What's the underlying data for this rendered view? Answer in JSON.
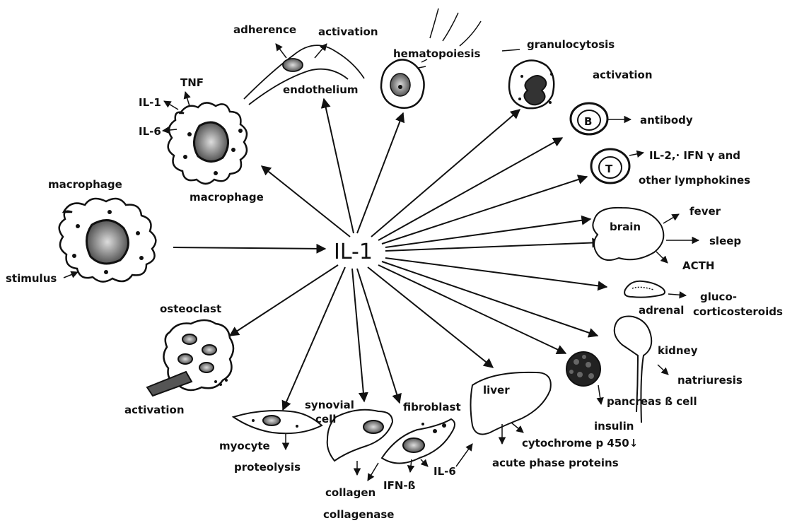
{
  "center": {
    "label": "IL-1"
  },
  "labels": {
    "adherence": "adherence",
    "activation_endo": "activation",
    "endothelium": "endothelium",
    "hematopoiesis": "hematopoiesis",
    "granulocytosis": "granulocytosis",
    "activation_gran": "activation",
    "tnf": "TNF",
    "il1": "IL-1",
    "il6_macro": "IL-6",
    "macrophage_top": "macrophage",
    "macrophage_left": "macrophage",
    "stimulus": "stimulus",
    "b_cell": "B",
    "antibody": "antibody",
    "t_cell": "T",
    "il2": "IL-2,· IFN γ  and",
    "other_lymphokines": "other  lymphokines",
    "brain": "brain",
    "fever": "fever",
    "sleep": "sleep",
    "acth": "ACTH",
    "adrenal": "adrenal",
    "gluco1": "gluco-",
    "gluco2": "corticosteroids",
    "kidney": "kidney",
    "natriuresis": "natriuresis",
    "pancreas": "pancreas  ß cell",
    "insulin": "insulin",
    "osteoclast": "osteoclast",
    "activation_osteo": "activation",
    "myocyte": "myocyte",
    "proteolysis": "proteolysis",
    "synovial1": "synovial",
    "synovial2": "cell",
    "fibroblast": "fibroblast",
    "collagen": "collagen",
    "collagenase": "collagenase",
    "il6_fibro": "IL-6",
    "ifnb": "IFN-ß",
    "liver": "liver",
    "cytochrome": "cytochrome p 450↓",
    "acute_phase": "acute phase proteins"
  }
}
